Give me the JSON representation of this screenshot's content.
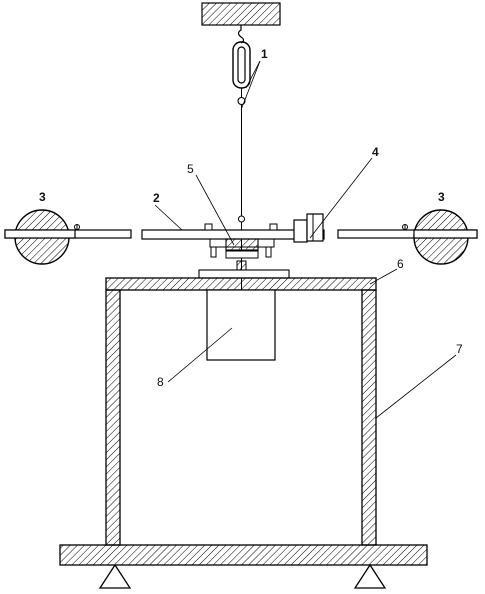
{
  "labels": {
    "l1": "1",
    "l2": "2",
    "l3_left": "3",
    "l3_right": "3",
    "l4": "4",
    "l5": "5",
    "l6": "6",
    "l7": "7",
    "l8": "8"
  },
  "colors": {
    "stroke": "#000000",
    "background": "#ffffff"
  }
}
